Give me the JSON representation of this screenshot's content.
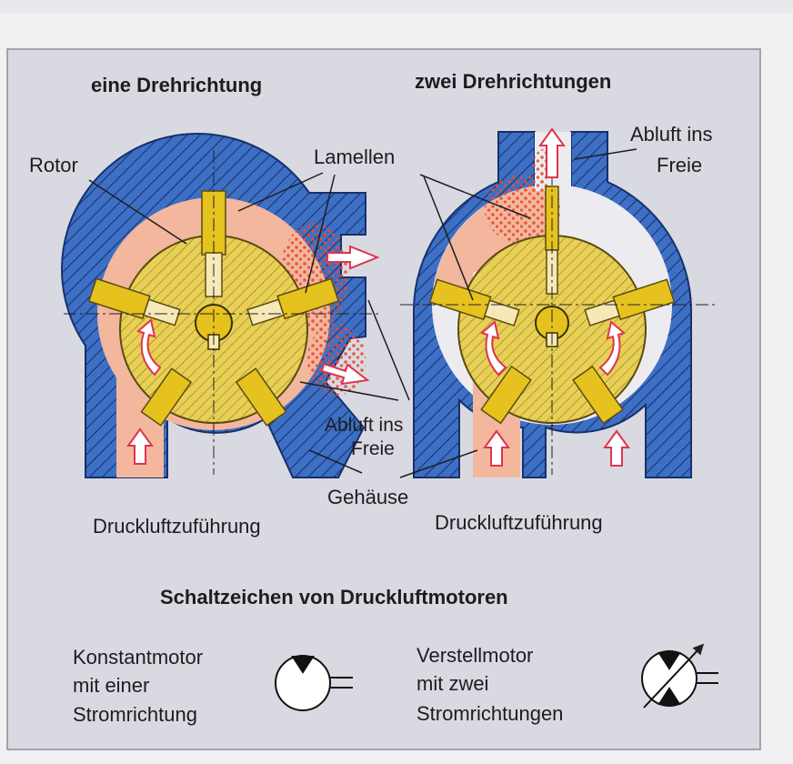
{
  "colors": {
    "housing": "#3d6fc4",
    "air": "#f2b79d",
    "rotor": "#e8cf55",
    "vane": "#e6c21f",
    "panel": "#d9d9e1",
    "arrow": "#e0334f"
  },
  "left_title": "eine Drehrichtung",
  "right_title": "zwei Drehrichtungen",
  "labels": {
    "rotor": "Rotor",
    "lamellen": "Lamellen",
    "abluft_left_1": "Abluft ins",
    "abluft_left_2": "Freie",
    "abluft_right_1": "Abluft ins",
    "abluft_right_2": "Freie",
    "gehaeuse": "Gehäuse",
    "zufuehrung_left": "Druckluftzuführung",
    "zufuehrung_right": "Druckluftzuführung"
  },
  "symbols": {
    "heading": "Schaltzeichen von Druckluftmotoren",
    "left_line1": "Konstantmotor",
    "left_line2": "mit einer",
    "left_line3": "Stromrichtung",
    "right_line1": "Verstellmotor",
    "right_line2": "mit zwei",
    "right_line3": "Stromrichtungen"
  }
}
